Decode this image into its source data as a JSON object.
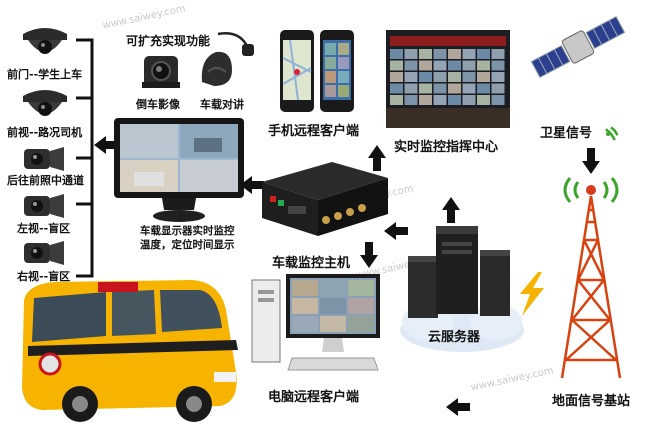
{
  "watermark": "www.saiwey.com",
  "cameras": [
    {
      "label": "前门--学生上车",
      "icon": "dome-camera-icon"
    },
    {
      "label": "前视--路况司机",
      "icon": "dome-camera-icon"
    },
    {
      "label": "后往前照中通道",
      "icon": "side-camera-icon"
    },
    {
      "label": "左视--盲区",
      "icon": "side-camera-icon"
    },
    {
      "label": "右视--盲区",
      "icon": "side-camera-icon"
    }
  ],
  "expand": {
    "title": "可扩充实现功能",
    "reverse_camera": "倒车影像",
    "intercom": "车载对讲"
  },
  "mobile_client": "手机远程客户端",
  "control_center": "实时监控指挥中心",
  "satellite": "卫星信号",
  "monitor_caption_1": "车载显示器实时监控",
  "monitor_caption_2": "温度，定位时间显示",
  "host": "车载监控主机",
  "cloud": "云服务器",
  "pc_client": "电脑远程客户端",
  "base_station": "地面信号基站",
  "colors": {
    "arrow": "#1a1a1a",
    "bus_yellow": "#f6b400",
    "signal_green": "#3aa52a",
    "lightning": "#f5b300",
    "cloud": "#dfe9f5"
  }
}
